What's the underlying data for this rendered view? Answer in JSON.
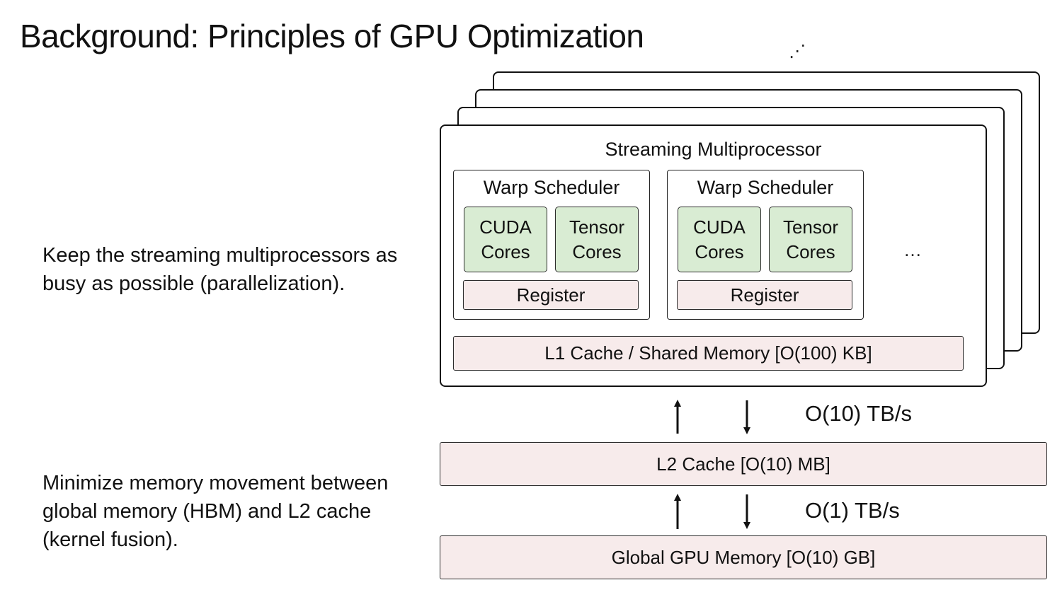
{
  "title": "Background: Principles of GPU Optimization",
  "notes": {
    "parallelization": "Keep the streaming multiprocessors as busy as possible (parallelization).",
    "kernel_fusion": "Minimize memory movement between global memory (HBM) and L2 cache (kernel fusion)."
  },
  "diagram": {
    "sm_title": "Streaming Multiprocessor",
    "stack_ellipsis": "⋰",
    "more_schedulers": "…",
    "warp_schedulers": [
      {
        "label": "Warp Scheduler",
        "cuda": [
          "CUDA",
          "Cores"
        ],
        "tensor": [
          "Tensor",
          "Cores"
        ],
        "register": "Register"
      },
      {
        "label": "Warp Scheduler",
        "cuda": [
          "CUDA",
          "Cores"
        ],
        "tensor": [
          "Tensor",
          "Cores"
        ],
        "register": "Register"
      }
    ],
    "l1": "L1 Cache / Shared Memory [O(100) KB]",
    "l2": "L2 Cache [O(10) MB]",
    "global_memory": "Global GPU Memory [O(10) GB]",
    "bandwidth_sm_l2": "O(10) TB/s",
    "bandwidth_l2_hbm": "O(1) TB/s"
  },
  "colors": {
    "core_fill": "#d9ecd3",
    "memory_fill": "#f7ebeb",
    "stroke": "#111111"
  }
}
